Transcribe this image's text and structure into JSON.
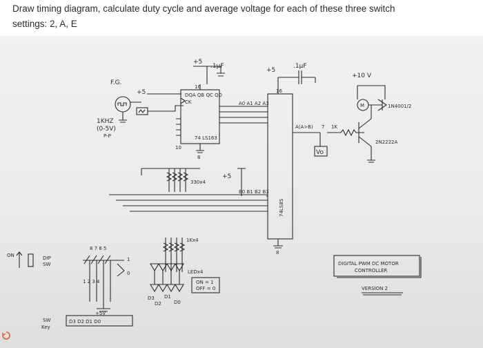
{
  "question": {
    "line1": "Draw timing diagram, calculate duty cycle and average voltage for each of these three switch",
    "line2": "settings: 2, A, E"
  },
  "labels": {
    "fg": "F.G.",
    "fg_freq": "1KHZ",
    "fg_range": "(0-5V)",
    "fg_pp": "P-P",
    "plus5_a": "+5",
    "plus5_b": "+5",
    "plus5_c": "+5",
    "plus5_d": "+5",
    "plus10v": "+10 V",
    "cap_a": ".1µF",
    "cap_b": ".1µF",
    "pin16_a": "16",
    "pin16_b": "16",
    "pin8_a": "8",
    "pin8_b": "8",
    "pin10": "10",
    "counter_chip": "74\nLS163",
    "counter_pins": "DQA QB QC QD",
    "ck": "CK",
    "cmp_chip": "74LS85",
    "cmp_out": "A(A>B)",
    "pin7": "7",
    "a_inputs": "A0 A1 A2 A3",
    "b_inputs": "B0 B1 B2 B3",
    "vo": "Vo",
    "r1k": "1K",
    "transistor": "2N2222A",
    "motor": "M",
    "diode": "1N4001/2",
    "res_a": "330x4",
    "res_b": "1Kx4",
    "led": "LEDx4",
    "on_state": "ON = 1",
    "off_state": "OFF = 0",
    "d_labels_a": "D3",
    "d_labels_b": "D1",
    "d_labels_c": "D2",
    "d_labels_d": "D0",
    "on": "ON",
    "dip": "DIP",
    "sw": "SW",
    "dip_nums": "8 7 6 5",
    "dip_row": "1 2 3 4",
    "t1": "1",
    "t0": "0",
    "plus5v": "+5V",
    "sw_key": "SW",
    "key": "Key",
    "key_row": "D3 D2 D1 D0",
    "title1": "DIGITAL PWM DC MOTOR",
    "title2": "CONTROLLER",
    "version": "VERSION 2"
  },
  "colors": {
    "ink": "#2a2a2a",
    "paper": "#ececec",
    "icon": "#e05a3a"
  }
}
